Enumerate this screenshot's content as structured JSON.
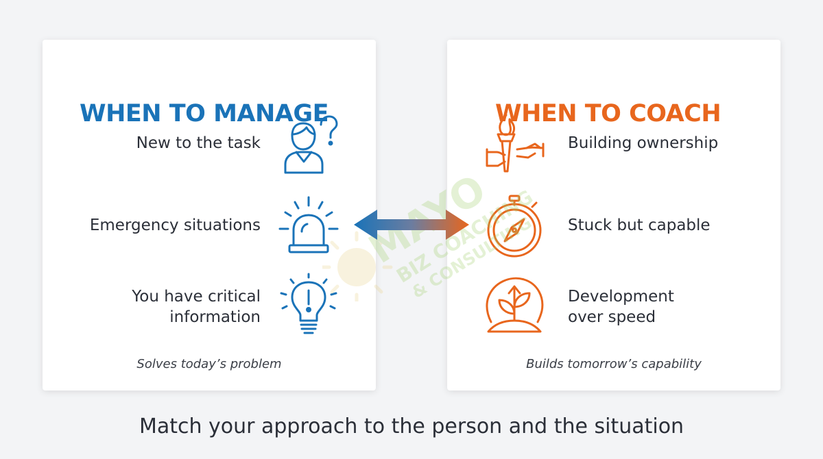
{
  "manage": {
    "title": "WHEN TO MANAGE",
    "items": [
      {
        "line1": "New to the task",
        "line2": "",
        "icon": "person-question-icon"
      },
      {
        "line1": "Emergency situations",
        "line2": "",
        "icon": "siren-icon"
      },
      {
        "line1": "You have critical",
        "line2": "information",
        "icon": "lightbulb-exclamation-icon"
      }
    ],
    "caption": "Solves today’s problem",
    "color": "#1a73b8"
  },
  "coach": {
    "title": "WHEN TO COACH",
    "items": [
      {
        "line1": "Building ownership",
        "line2": "",
        "icon": "torch-handoff-icon"
      },
      {
        "line1": "Stuck but capable",
        "line2": "",
        "icon": "compass-icon"
      },
      {
        "line1": "Development",
        "line2": "over speed",
        "icon": "sprout-growth-icon"
      }
    ],
    "caption": "Builds tomorrow’s capability",
    "color": "#e8661d"
  },
  "watermark": {
    "line1": "MAYO",
    "line2": "BIZ COACHING",
    "line3": "& CONSULTING"
  },
  "footer": "Match your approach to the person and the situation"
}
